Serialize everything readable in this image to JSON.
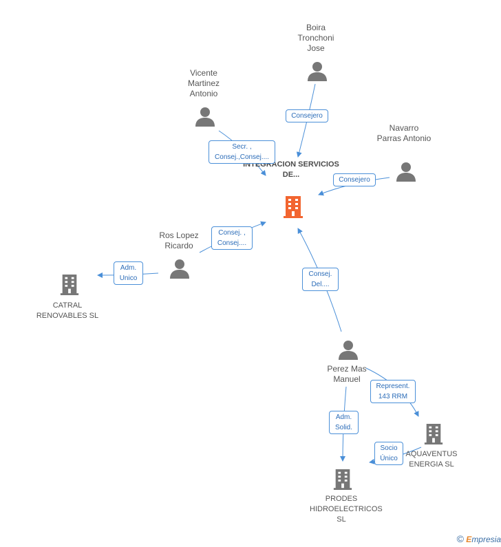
{
  "colors": {
    "edge": "#4a8fd8",
    "person": "#777777",
    "company": "#777777",
    "central": "#f26530"
  },
  "central": {
    "label": "INTEGRACION SERVICIOS DE..."
  },
  "persons": {
    "boira": "Boira Tronchoni Jose",
    "vicente": "Vicente Martinez Antonio",
    "navarro": "Navarro Parras Antonio",
    "ros": "Ros Lopez Ricardo",
    "perez": "Perez Mas Manuel"
  },
  "companies": {
    "catral": "CATRAL RENOVABLES SL",
    "aquaventus": "AQUAVENTUS ENERGIA SL",
    "prodes": "PRODES HIDROELECTRICOS SL"
  },
  "edge_labels": {
    "boira_central": "Consejero",
    "vicente_central": "Secr. , Consej.,Consej....",
    "navarro_central": "Consejero",
    "ros_central": "Consej. , Consej....",
    "ros_catral": "Adm. Unico",
    "perez_central": "Consej. Del....",
    "perez_aquaventus": "Represent. 143 RRM",
    "perez_prodes": "Adm. Solid.",
    "aquaventus_prodes": "Socio Único"
  },
  "footer": {
    "copyright": "©",
    "brand_first": "E",
    "brand_rest": "mpresia"
  }
}
